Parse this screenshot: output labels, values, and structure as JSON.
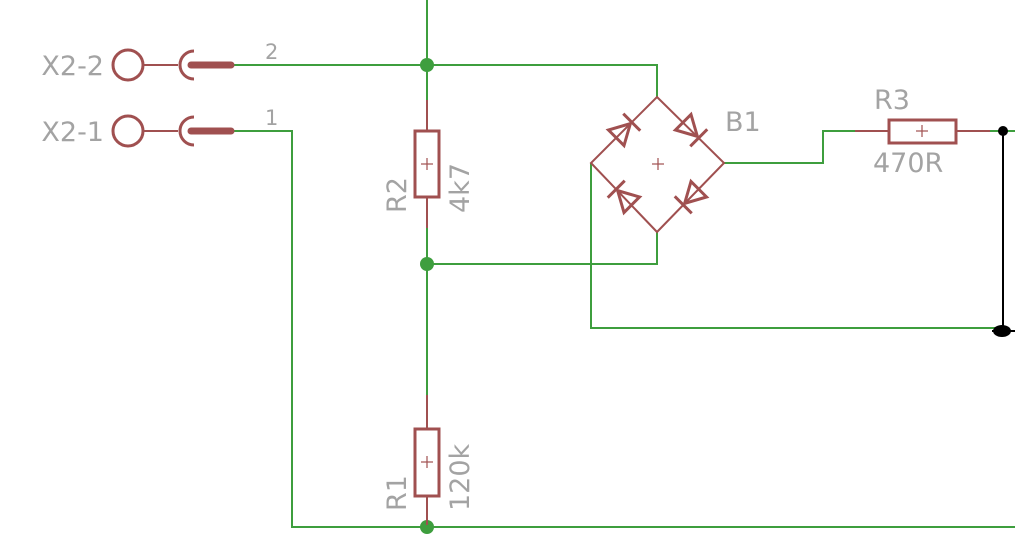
{
  "connectors": [
    {
      "name": "X2-2",
      "pin": "2"
    },
    {
      "name": "X2-1",
      "pin": "1"
    }
  ],
  "resistors": [
    {
      "name": "R2",
      "value": "4k7"
    },
    {
      "name": "R1",
      "value": "120k"
    },
    {
      "name": "R3",
      "value": "470R"
    }
  ],
  "bridge": {
    "name": "B1"
  },
  "colors": {
    "wire": "#3e9e3e",
    "component": "#a05050",
    "label": "#a3a3a3",
    "bus": "#000000"
  }
}
